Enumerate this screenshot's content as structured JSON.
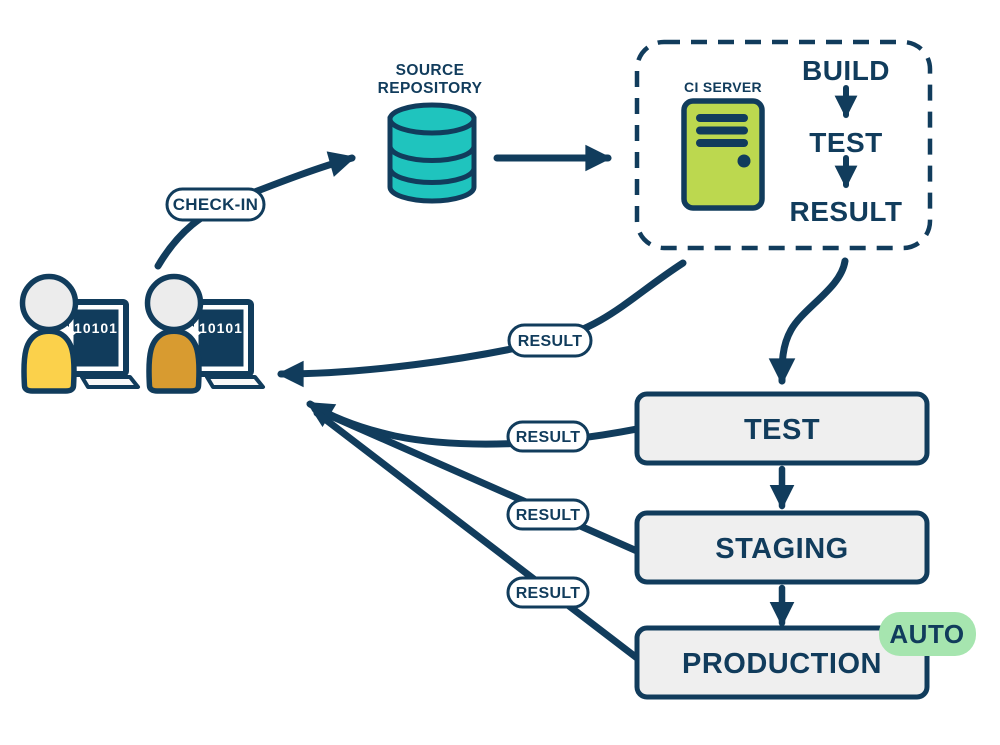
{
  "colors": {
    "navy": "#113C5C",
    "teal": "#1FC4BE",
    "server_green": "#BCD84F",
    "auto_green": "#A6E5AF",
    "stage_fill": "#EFEFEF",
    "dev1_shirt": "#FBD14B",
    "dev2_shirt": "#D89B30",
    "head_fill": "#ECECEC"
  },
  "developers": {
    "screen_text": "10101",
    "checkin_label": "CHECK-IN"
  },
  "repository": {
    "label_line1": "SOURCE",
    "label_line2": "REPOSITORY"
  },
  "ci": {
    "label": "CI SERVER",
    "steps": [
      "BUILD",
      "TEST",
      "RESULT"
    ]
  },
  "pipeline": {
    "stages": [
      "TEST",
      "STAGING",
      "PRODUCTION"
    ],
    "auto_badge": "AUTO"
  },
  "result_pills": [
    "RESULT",
    "RESULT",
    "RESULT",
    "RESULT"
  ]
}
